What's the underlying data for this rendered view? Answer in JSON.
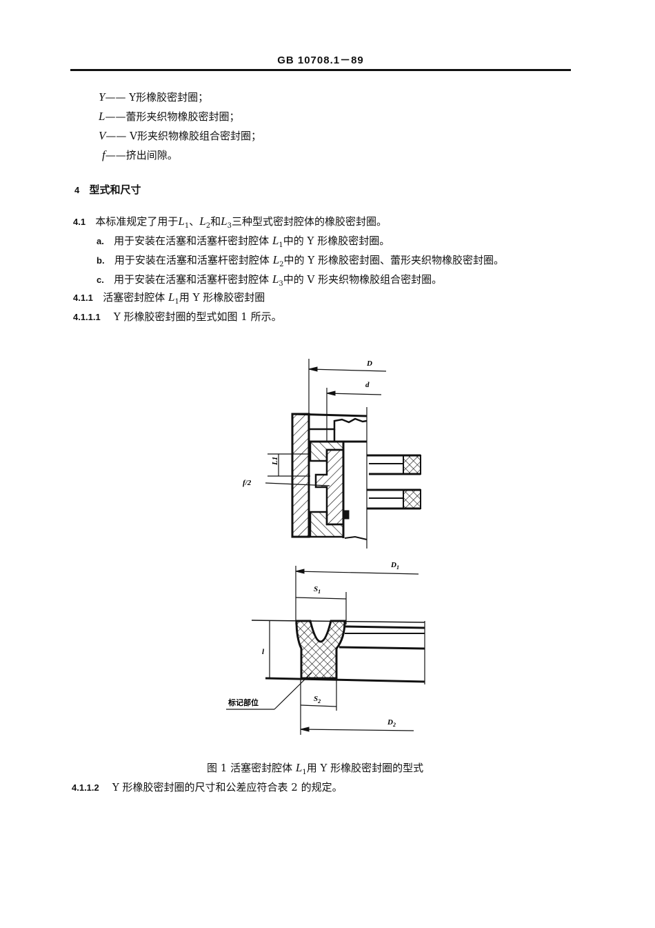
{
  "header": {
    "standard_code": "GB 10708.1－89"
  },
  "legend": [
    {
      "symbol": "Y",
      "dash": "——",
      "text": " Y形橡胶密封圈；"
    },
    {
      "symbol": "L",
      "dash": "——",
      "text": "蕾形夹织物橡胶密封圈；"
    },
    {
      "symbol": "V",
      "dash": "——",
      "text": " V形夹织物橡胶组合密封圈；"
    },
    {
      "symbol": "f",
      "dash": "——",
      "text": "挤出间隙。"
    }
  ],
  "section4": {
    "number": "4",
    "title": "型式和尺寸"
  },
  "clause_4_1": {
    "number": "4.1",
    "text_pre": "本标准规定了用于",
    "L1": "L",
    "s1": "1",
    "sep1": "、",
    "L2": "L",
    "s2": "2",
    "sep2": "和",
    "L3": "L",
    "s3": "3",
    "text_post": "三种型式密封腔体的橡胶密封圈。",
    "items": [
      {
        "label": "a.",
        "pre": "用于安装在活塞和活塞杆密封腔体 ",
        "sym": "L",
        "sub": "1",
        "post": "中的 Y 形橡胶密封圈。"
      },
      {
        "label": "b.",
        "pre": "用于安装在活塞和活塞杆密封腔体 ",
        "sym": "L",
        "sub": "2",
        "post": "中的 Y 形橡胶密封圈、蕾形夹织物橡胶密封圈。"
      },
      {
        "label": "c.",
        "pre": "用于安装在活塞和活塞杆密封腔体 ",
        "sym": "L",
        "sub": "3",
        "post": "中的 V 形夹织物橡胶组合密封圈。"
      }
    ]
  },
  "clause_4_1_1": {
    "number": "4.1.1",
    "pre": "活塞密封腔体 ",
    "sym": "L",
    "sub": "1",
    "post": "用 Y 形橡胶密封圈"
  },
  "clause_4_1_1_1": {
    "number": "4.1.1.1",
    "text": "Y 形橡胶密封圈的型式如图 1 所示。"
  },
  "figure": {
    "labels": {
      "D": "D",
      "d": "d",
      "L1": "L",
      "L1_sub": "1",
      "f2": "f/2",
      "D1": "D",
      "D1_sub": "1",
      "S1": "S",
      "S1_sub": "1",
      "l": "l",
      "S2": "S",
      "S2_sub": "2",
      "D2": "D",
      "D2_sub": "2",
      "mark": "标记部位"
    },
    "caption_pre": "图 1   活塞密封腔体 ",
    "caption_sym": "L",
    "caption_sub": "1",
    "caption_post": "用 Y 形橡胶密封圈的型式"
  },
  "clause_4_1_1_2": {
    "number": "4.1.1.2",
    "text": "Y 形橡胶密封圈的尺寸和公差应符合表 2 的规定。"
  }
}
